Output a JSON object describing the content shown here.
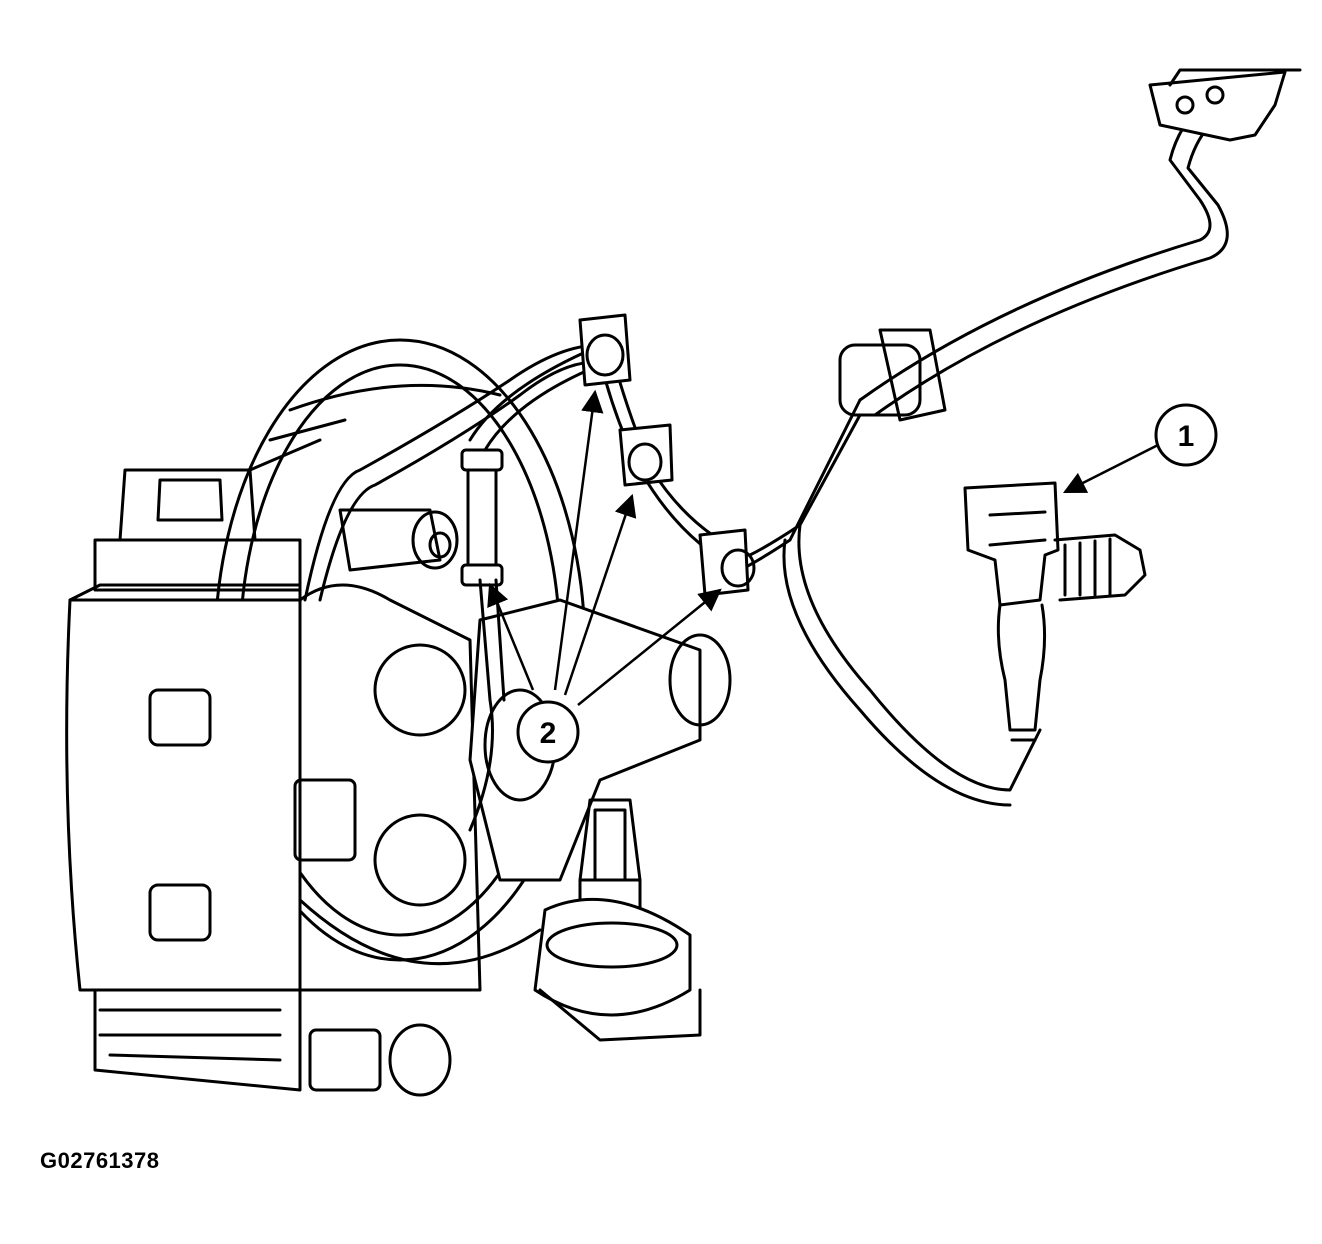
{
  "figure_id": "G02761378",
  "callouts": [
    {
      "number": "1"
    },
    {
      "number": "2"
    }
  ]
}
